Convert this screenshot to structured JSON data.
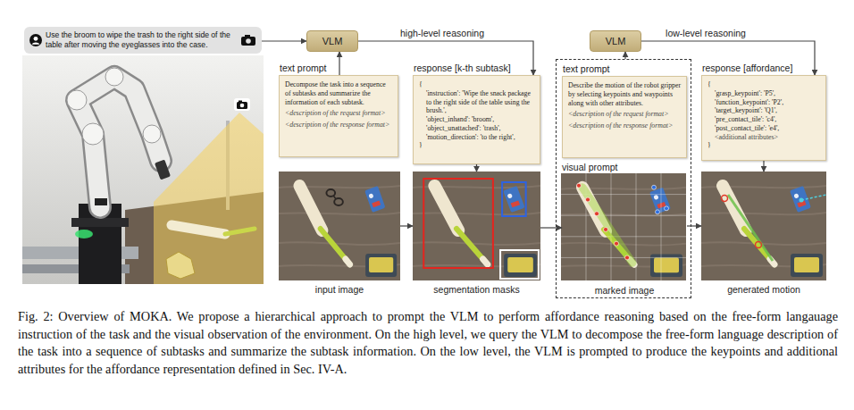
{
  "diagram": {
    "caption": "Fig. 2: Overview of MOKA. We propose a hierarchical approach to prompt the VLM to perform affordance reasoning based on the free-form langauage instruction of the task and the visual observation of the environment. On the high level, we query the VLM to decompose the free-form language description of the task into a sequence of subtasks and summarize the subtask information. On the low level, the VLM is prompted to produce the keypoints and additional attributes for the affordance representation defined in Sec. IV-A.",
    "nodes": [
      {
        "text": [
          "Use the broom to wipe the trash to the right side of the table after moving the eyeglasses into the case."
        ]
      },
      {
        "text": [
          "VLM"
        ]
      },
      {
        "text": [
          "text prompt",
          "Decompose the task into a sequence of subtasks and summarize the information of each subtask.",
          "<description of the request format>",
          "<description of the response format>"
        ]
      },
      {
        "text": [
          "response [k-th subtask]",
          "{",
          "'instruction': 'Wipe the snack package to the right side of the table using the brush.',",
          "'object_inhand': 'broom',",
          "'object_unattached': 'trash',",
          "'motion_direction': 'to the right',",
          "}"
        ]
      },
      {
        "text": [
          "VLM"
        ]
      },
      {
        "text": [
          "visual prompt"
        ]
      },
      {
        "text": [
          "text prompt",
          "Describe the motion of the robot gripper by selecting keypoints and waypoints along with other attributes.",
          "<description of the request format>",
          "<description of the response format>"
        ],
        "in": 5
      },
      {
        "text": [
          "response [affordance]",
          "{",
          "'grasp_keypoint': 'P5',",
          "'function_keypoint': 'P2',",
          "'target_keypoint': 'Q1',",
          "'pre_contact_tile': 'c4',",
          "'post_contact_tile': 'e4',",
          "<additional attributes>",
          "}"
        ]
      },
      {
        "text": [
          "input image"
        ]
      },
      {
        "text": [
          "segmentation masks"
        ]
      },
      {
        "text": [
          "marked image"
        ],
        "in": 5
      },
      {
        "text": [
          "generated motion"
        ]
      }
    ],
    "edges": [
      {
        "from": 0,
        "to": 1,
        "arrow": "to"
      },
      {
        "from": 2,
        "to": 1,
        "arrow": "to"
      },
      {
        "from": 1,
        "to": 3,
        "label": "high-level reasoning",
        "arrow": "to"
      },
      {
        "from": 5,
        "to": 4,
        "arrow": "to"
      },
      {
        "from": 4,
        "to": 7,
        "label": "low-level reasoning",
        "arrow": "to"
      },
      {
        "from": 8,
        "to": 9,
        "arrow": "to"
      },
      {
        "from": 3,
        "to": 9,
        "arrow": "to"
      },
      {
        "from": 9,
        "to": 10,
        "arrow": "to"
      },
      {
        "from": 10,
        "to": 11,
        "arrow": "to"
      },
      {
        "from": 7,
        "to": 11,
        "arrow": "to"
      }
    ]
  }
}
